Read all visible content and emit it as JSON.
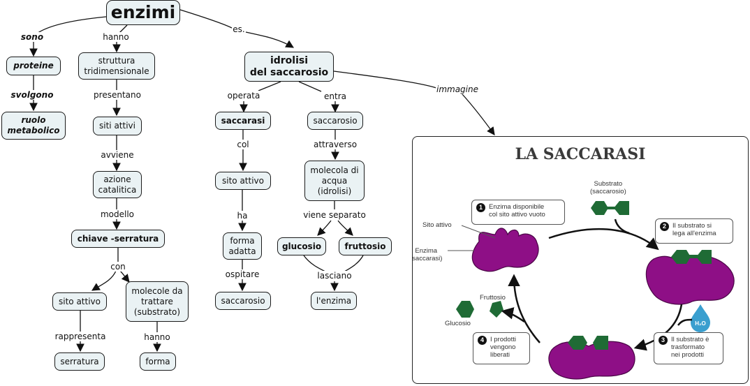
{
  "concept_map": {
    "root": "enzimi",
    "nodes": {
      "proteine": "proteine",
      "ruolo_metabolico": "ruolo\nmetabolico",
      "struttura": "struttura\ntridimensionale",
      "siti_attivi": "siti attivi",
      "azione_catalitica": "azione\ncatalitica",
      "chiave_serratura": "chiave -serratura",
      "sito_attivo_left": "sito attivo",
      "molecole": "molecole da\ntrattare\n(substrato)",
      "serratura": "serratura",
      "forma": "forma",
      "idrolisi": "idrolisi\ndel saccarosio",
      "saccarasi": "saccarasi",
      "sito_attivo_mid": "sito attivo",
      "forma_adatta": "forma\nadatta",
      "saccarosio_bottom": "saccarosio",
      "saccarosio_top": "saccarosio",
      "molecola_acqua": "molecola di\nacqua\n(idrolisi)",
      "glucosio": "glucosio",
      "fruttosio": "fruttosio",
      "enzima": "l'enzima"
    },
    "links": {
      "sono": "sono",
      "svolgono": "svolgono",
      "hanno_top": "hanno",
      "presentano": "presentano",
      "avviene": "avviene",
      "modello": "modello",
      "con": "con",
      "rappresenta": "rappresenta",
      "hanno_bottom": "hanno",
      "es": "es.",
      "operata": "operata",
      "entra": "entra",
      "col": "col",
      "ha": "ha",
      "ospitare": "ospitare",
      "attraverso": "attraverso",
      "viene_separato": "viene separato",
      "lasciano": "lasciano",
      "immagine": "immagine"
    }
  },
  "image": {
    "title": "LA SACCARASI",
    "labels": {
      "substrato": "Substrato\n(saccarosio)",
      "sito_attivo": "Sito attivo",
      "enzima": "Enzima\n(saccarasi)",
      "fruttosio": "Fruttosio",
      "glucosio": "Glucosio",
      "water": "H2O"
    },
    "steps": [
      {
        "num": "1",
        "text": "Enzima disponibile\ncol sito attivo vuoto"
      },
      {
        "num": "2",
        "text": "Il substrato si\nlega all'enzima"
      },
      {
        "num": "3",
        "text": "Il substrato è\ntrasformato\nnei prodotti"
      },
      {
        "num": "4",
        "text": "I prodotti\nvengono\nliberati"
      }
    ],
    "colors": {
      "enzyme": "#8e0f86",
      "molecule": "#1f6b35",
      "water": "#3a9fcf"
    }
  }
}
